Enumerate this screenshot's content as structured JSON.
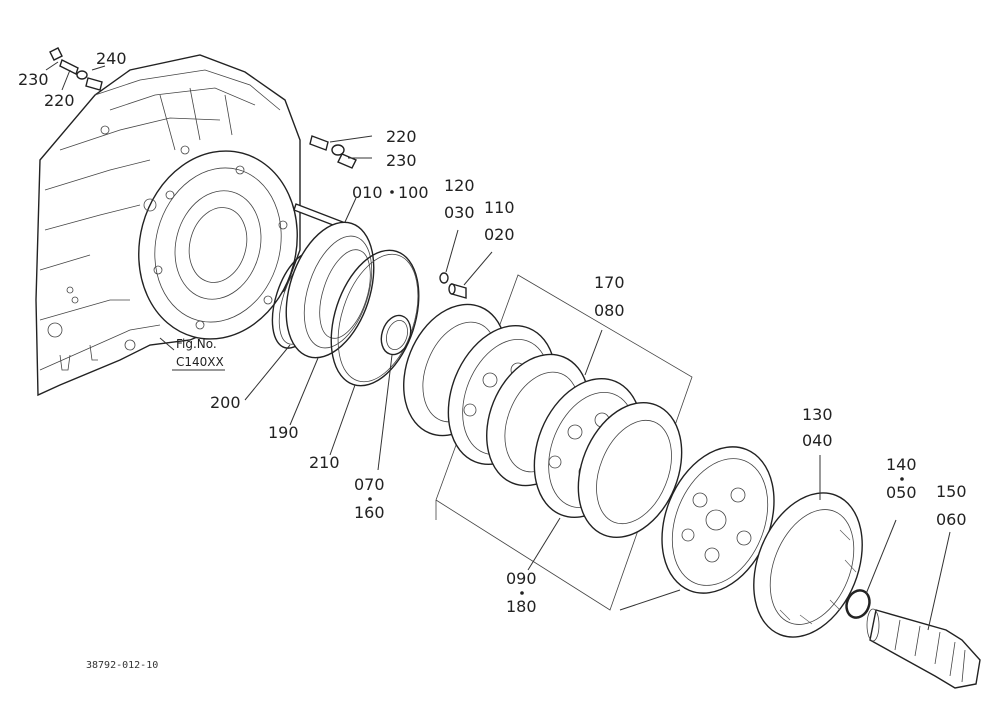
{
  "labels": {
    "l230a": "230",
    "l240": "240",
    "l220a": "220",
    "l220b": "220",
    "l230b": "230",
    "l010": "010",
    "l100": "100",
    "l120": "120",
    "l030": "030",
    "l110": "110",
    "l020": "020",
    "l170": "170",
    "l080": "080",
    "figno": "Fig.No.",
    "figcode": "C140XX",
    "l200": "200",
    "l190": "190",
    "l210": "210",
    "l070": "070",
    "l160": "160",
    "l130": "130",
    "l040": "040",
    "l140": "140",
    "l050": "050",
    "l150": "150",
    "l060": "060",
    "l090": "090",
    "l180": "180",
    "drawing_ref": "38792-012-10"
  }
}
